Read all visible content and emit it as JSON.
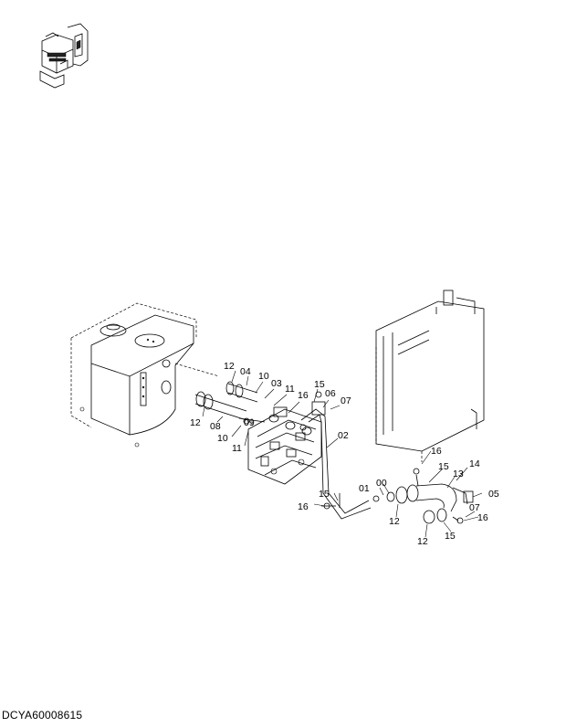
{
  "document_code": "DCYA60008615",
  "callouts": [
    "12",
    "04",
    "10",
    "03",
    "11",
    "16",
    "15",
    "06",
    "07",
    "12",
    "08",
    "09",
    "10",
    "11",
    "02",
    "16",
    "15",
    "14",
    "13",
    "01",
    "00",
    "05",
    "07",
    "16",
    "15",
    "12",
    "12",
    "15",
    "16"
  ]
}
